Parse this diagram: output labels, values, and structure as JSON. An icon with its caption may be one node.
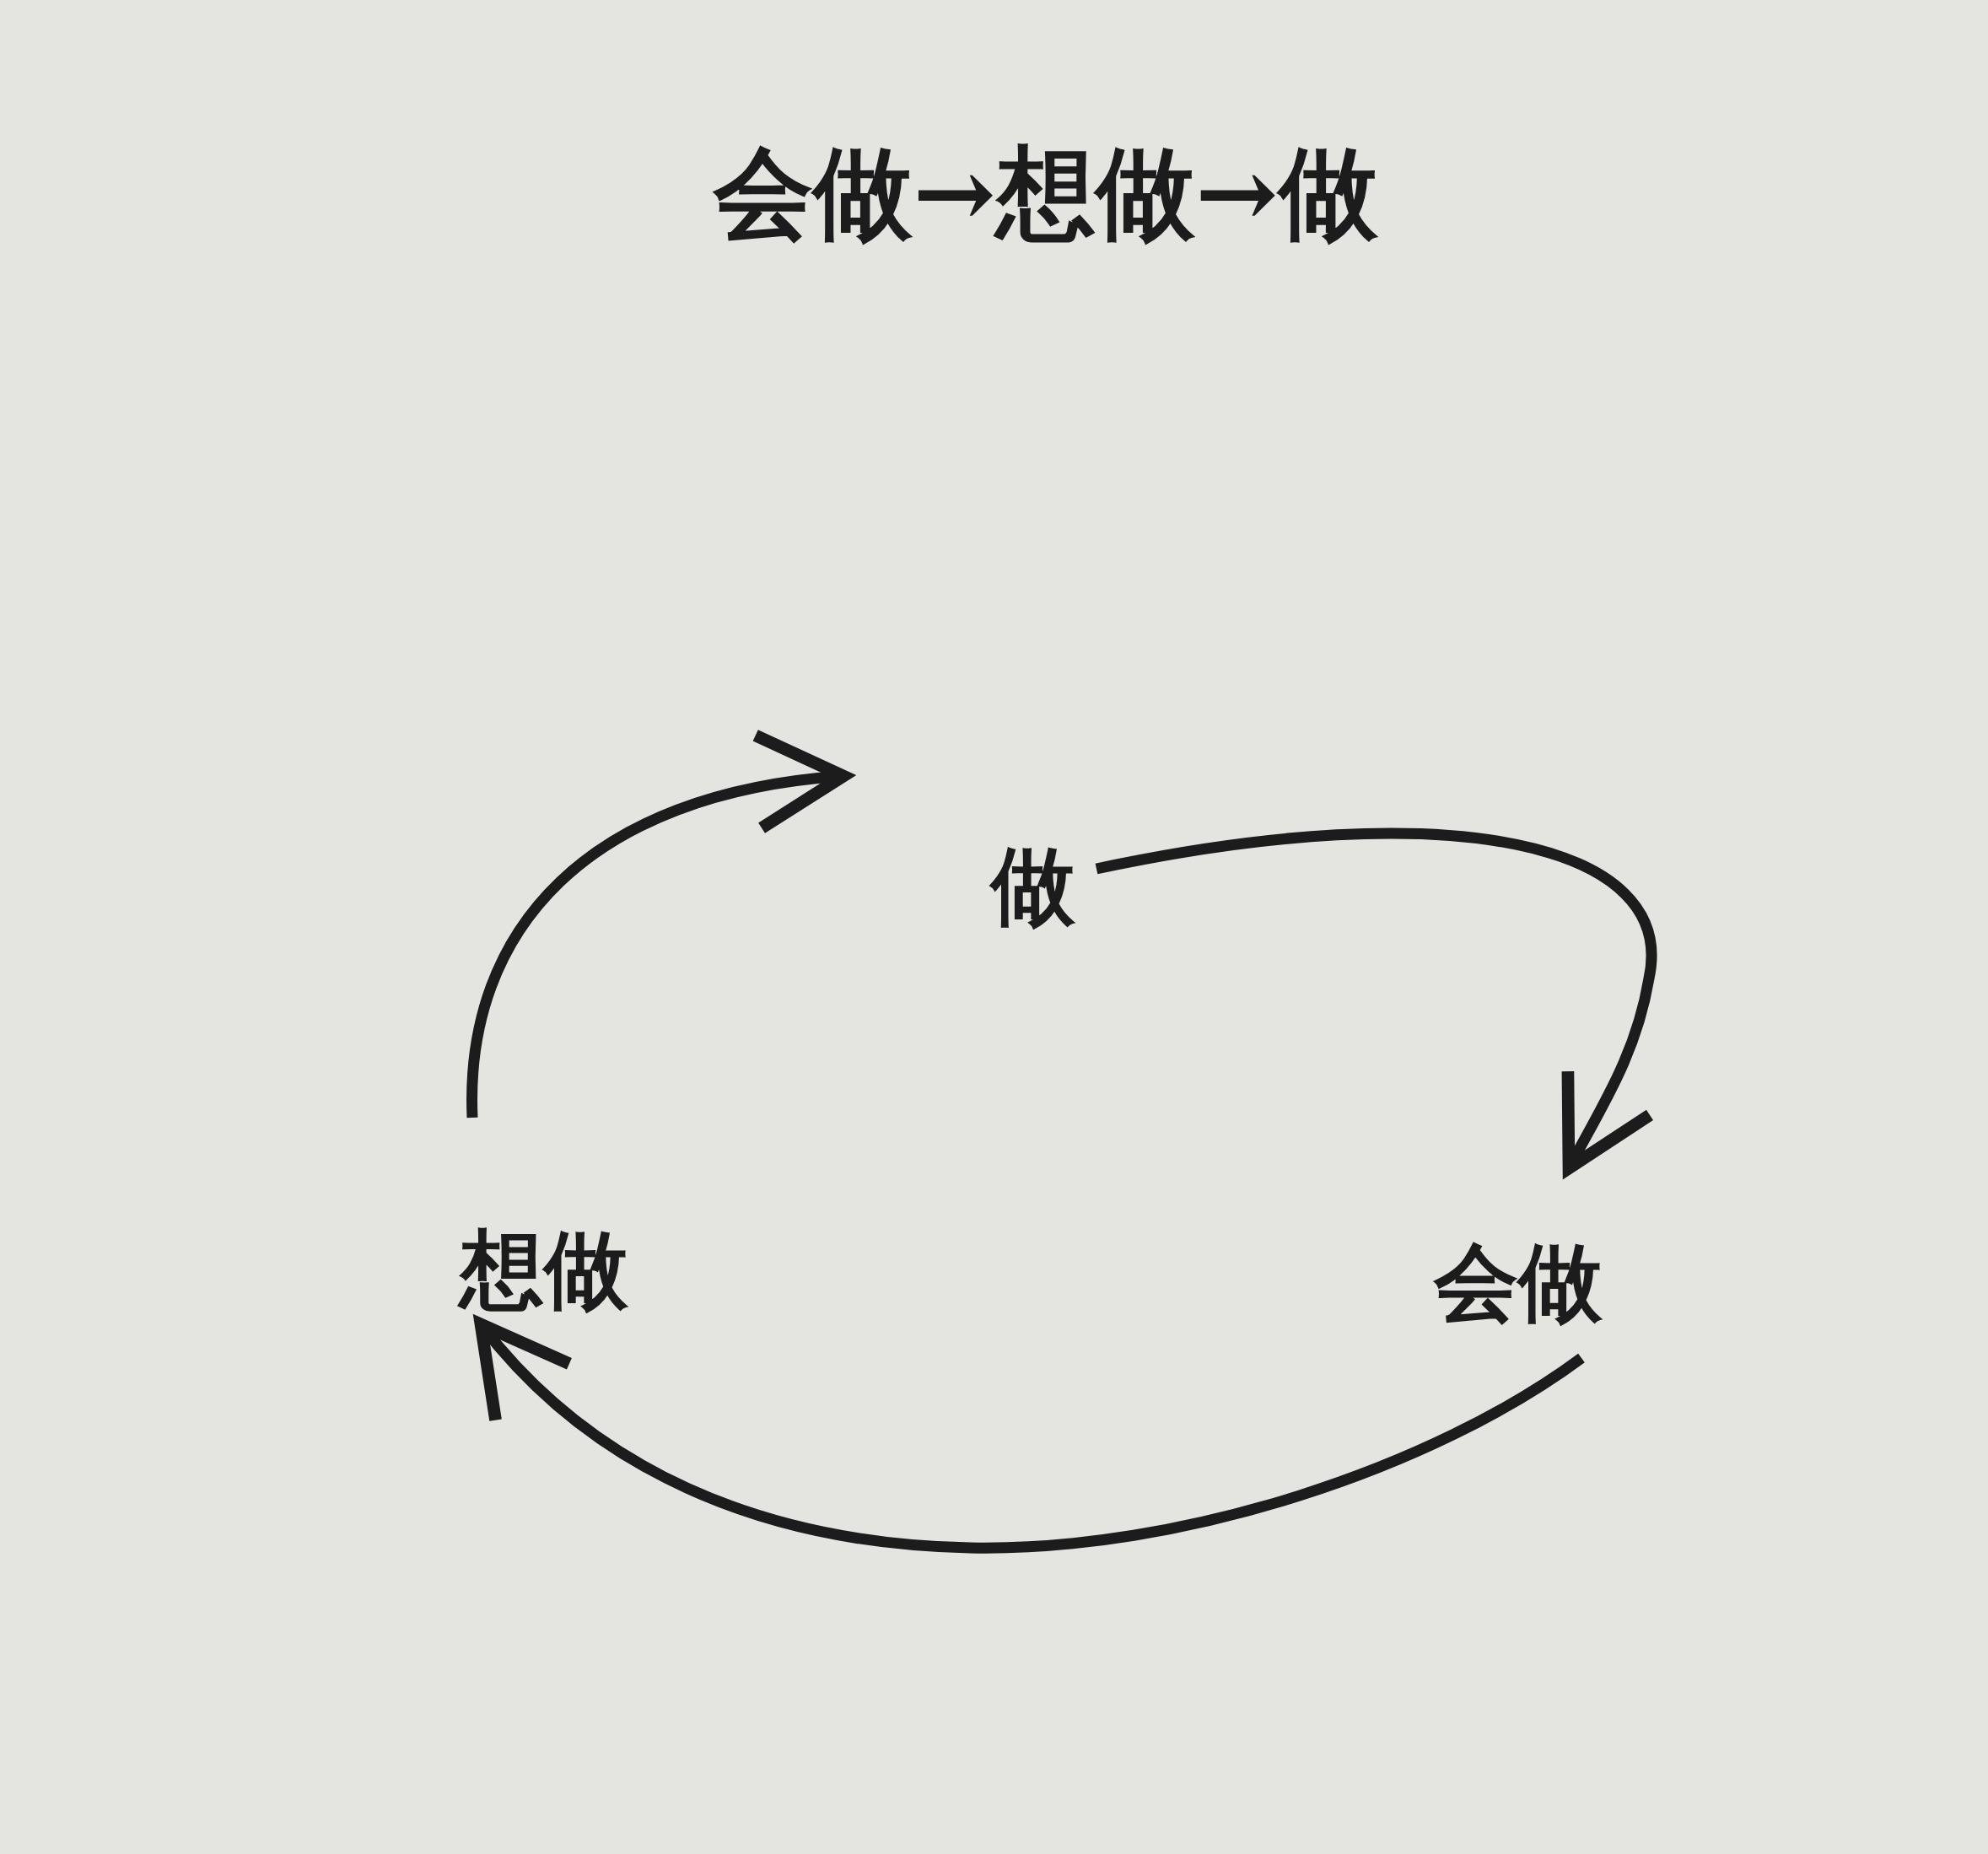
{
  "diagram": {
    "title": "会做→想做→做",
    "nodes": [
      {
        "text": [
          "做"
        ]
      },
      {
        "text": [
          "会做"
        ]
      },
      {
        "text": [
          "想做"
        ]
      }
    ],
    "edges": [
      {
        "from": 0,
        "to": 1,
        "arrow": "to"
      },
      {
        "from": 1,
        "to": 2,
        "arrow": "to"
      },
      {
        "from": 2,
        "to": 0,
        "arrow": "to"
      }
    ]
  }
}
